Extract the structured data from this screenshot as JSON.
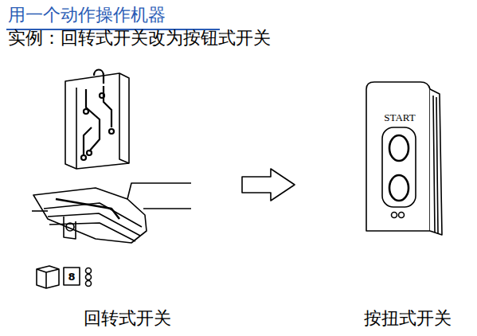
{
  "diagram": {
    "title": "用一个动作操作机器",
    "labels": [
      "实例：回转式开关改为按钮式开关",
      "8",
      "START",
      "回转式开关",
      "按扭式开关"
    ]
  }
}
